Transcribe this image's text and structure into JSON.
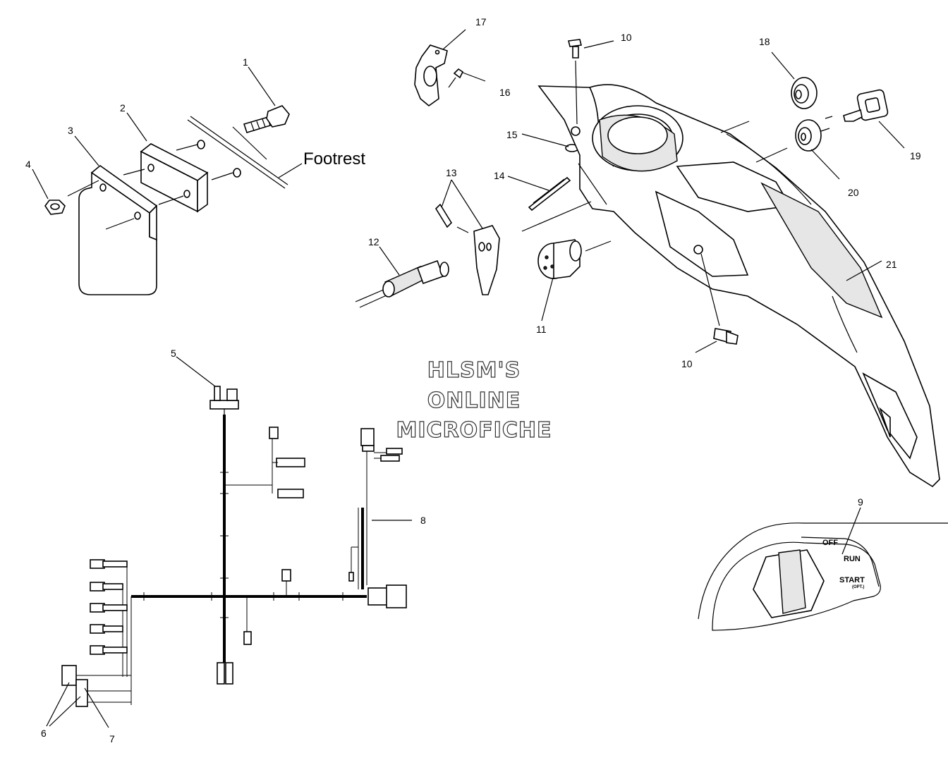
{
  "callouts": {
    "c1": "1",
    "c2": "2",
    "c3": "3",
    "c4": "4",
    "c5": "5",
    "c6": "6",
    "c7": "7",
    "c8": "8",
    "c9": "9",
    "c10a": "10",
    "c10b": "10",
    "c11": "11",
    "c12": "12",
    "c13": "13",
    "c14": "14",
    "c15": "15",
    "c16": "16",
    "c17": "17",
    "c18": "18",
    "c19": "19",
    "c20": "20",
    "c21": "21"
  },
  "footrest_label": "Footrest",
  "watermark": {
    "line1": "HLSM'S",
    "line2": "ONLINE",
    "line3": "MICROFICHE"
  },
  "ignition_switch": {
    "off": "OFF",
    "run": "RUN",
    "start": "START",
    "start_note": "(OPT.)"
  }
}
